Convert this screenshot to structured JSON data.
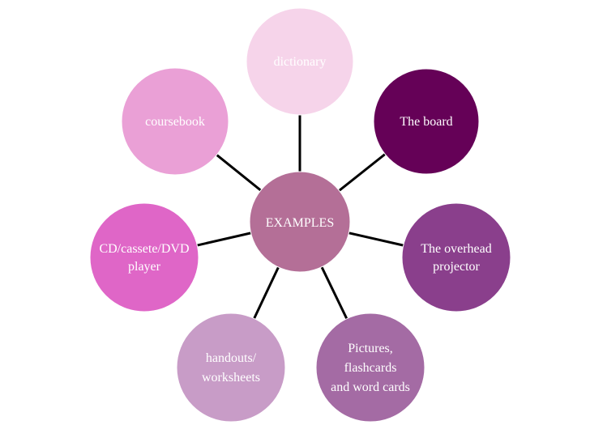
{
  "center": {
    "label": "EXAMPLES",
    "fill": "#b46f97"
  },
  "nodes": [
    {
      "id": "dictionary",
      "lines": [
        "dictionary"
      ],
      "fill": "#f6d4ea",
      "text_color": "#ffffff"
    },
    {
      "id": "the-board",
      "lines": [
        "The board"
      ],
      "fill": "#650157",
      "text_color": "#ffffff"
    },
    {
      "id": "overhead-projector",
      "lines": [
        "The overhead",
        "projector"
      ],
      "fill": "#8a3f8c",
      "text_color": "#ffffff"
    },
    {
      "id": "pictures-flashcards",
      "lines": [
        "Pictures,",
        "flashcards",
        "and word cards"
      ],
      "fill": "#a46ba4",
      "text_color": "#ffffff"
    },
    {
      "id": "handouts-worksheets",
      "lines": [
        "handouts/",
        "worksheets"
      ],
      "fill": "#c89cc7",
      "text_color": "#ffffff"
    },
    {
      "id": "cd-cassette-dvd",
      "lines": [
        "CD/cassete/DVD",
        "player"
      ],
      "fill": "#df66c7",
      "text_color": "#ffffff"
    },
    {
      "id": "coursebook",
      "lines": [
        "coursebook"
      ],
      "fill": "#eaa0d6",
      "text_color": "#ffffff"
    }
  ]
}
